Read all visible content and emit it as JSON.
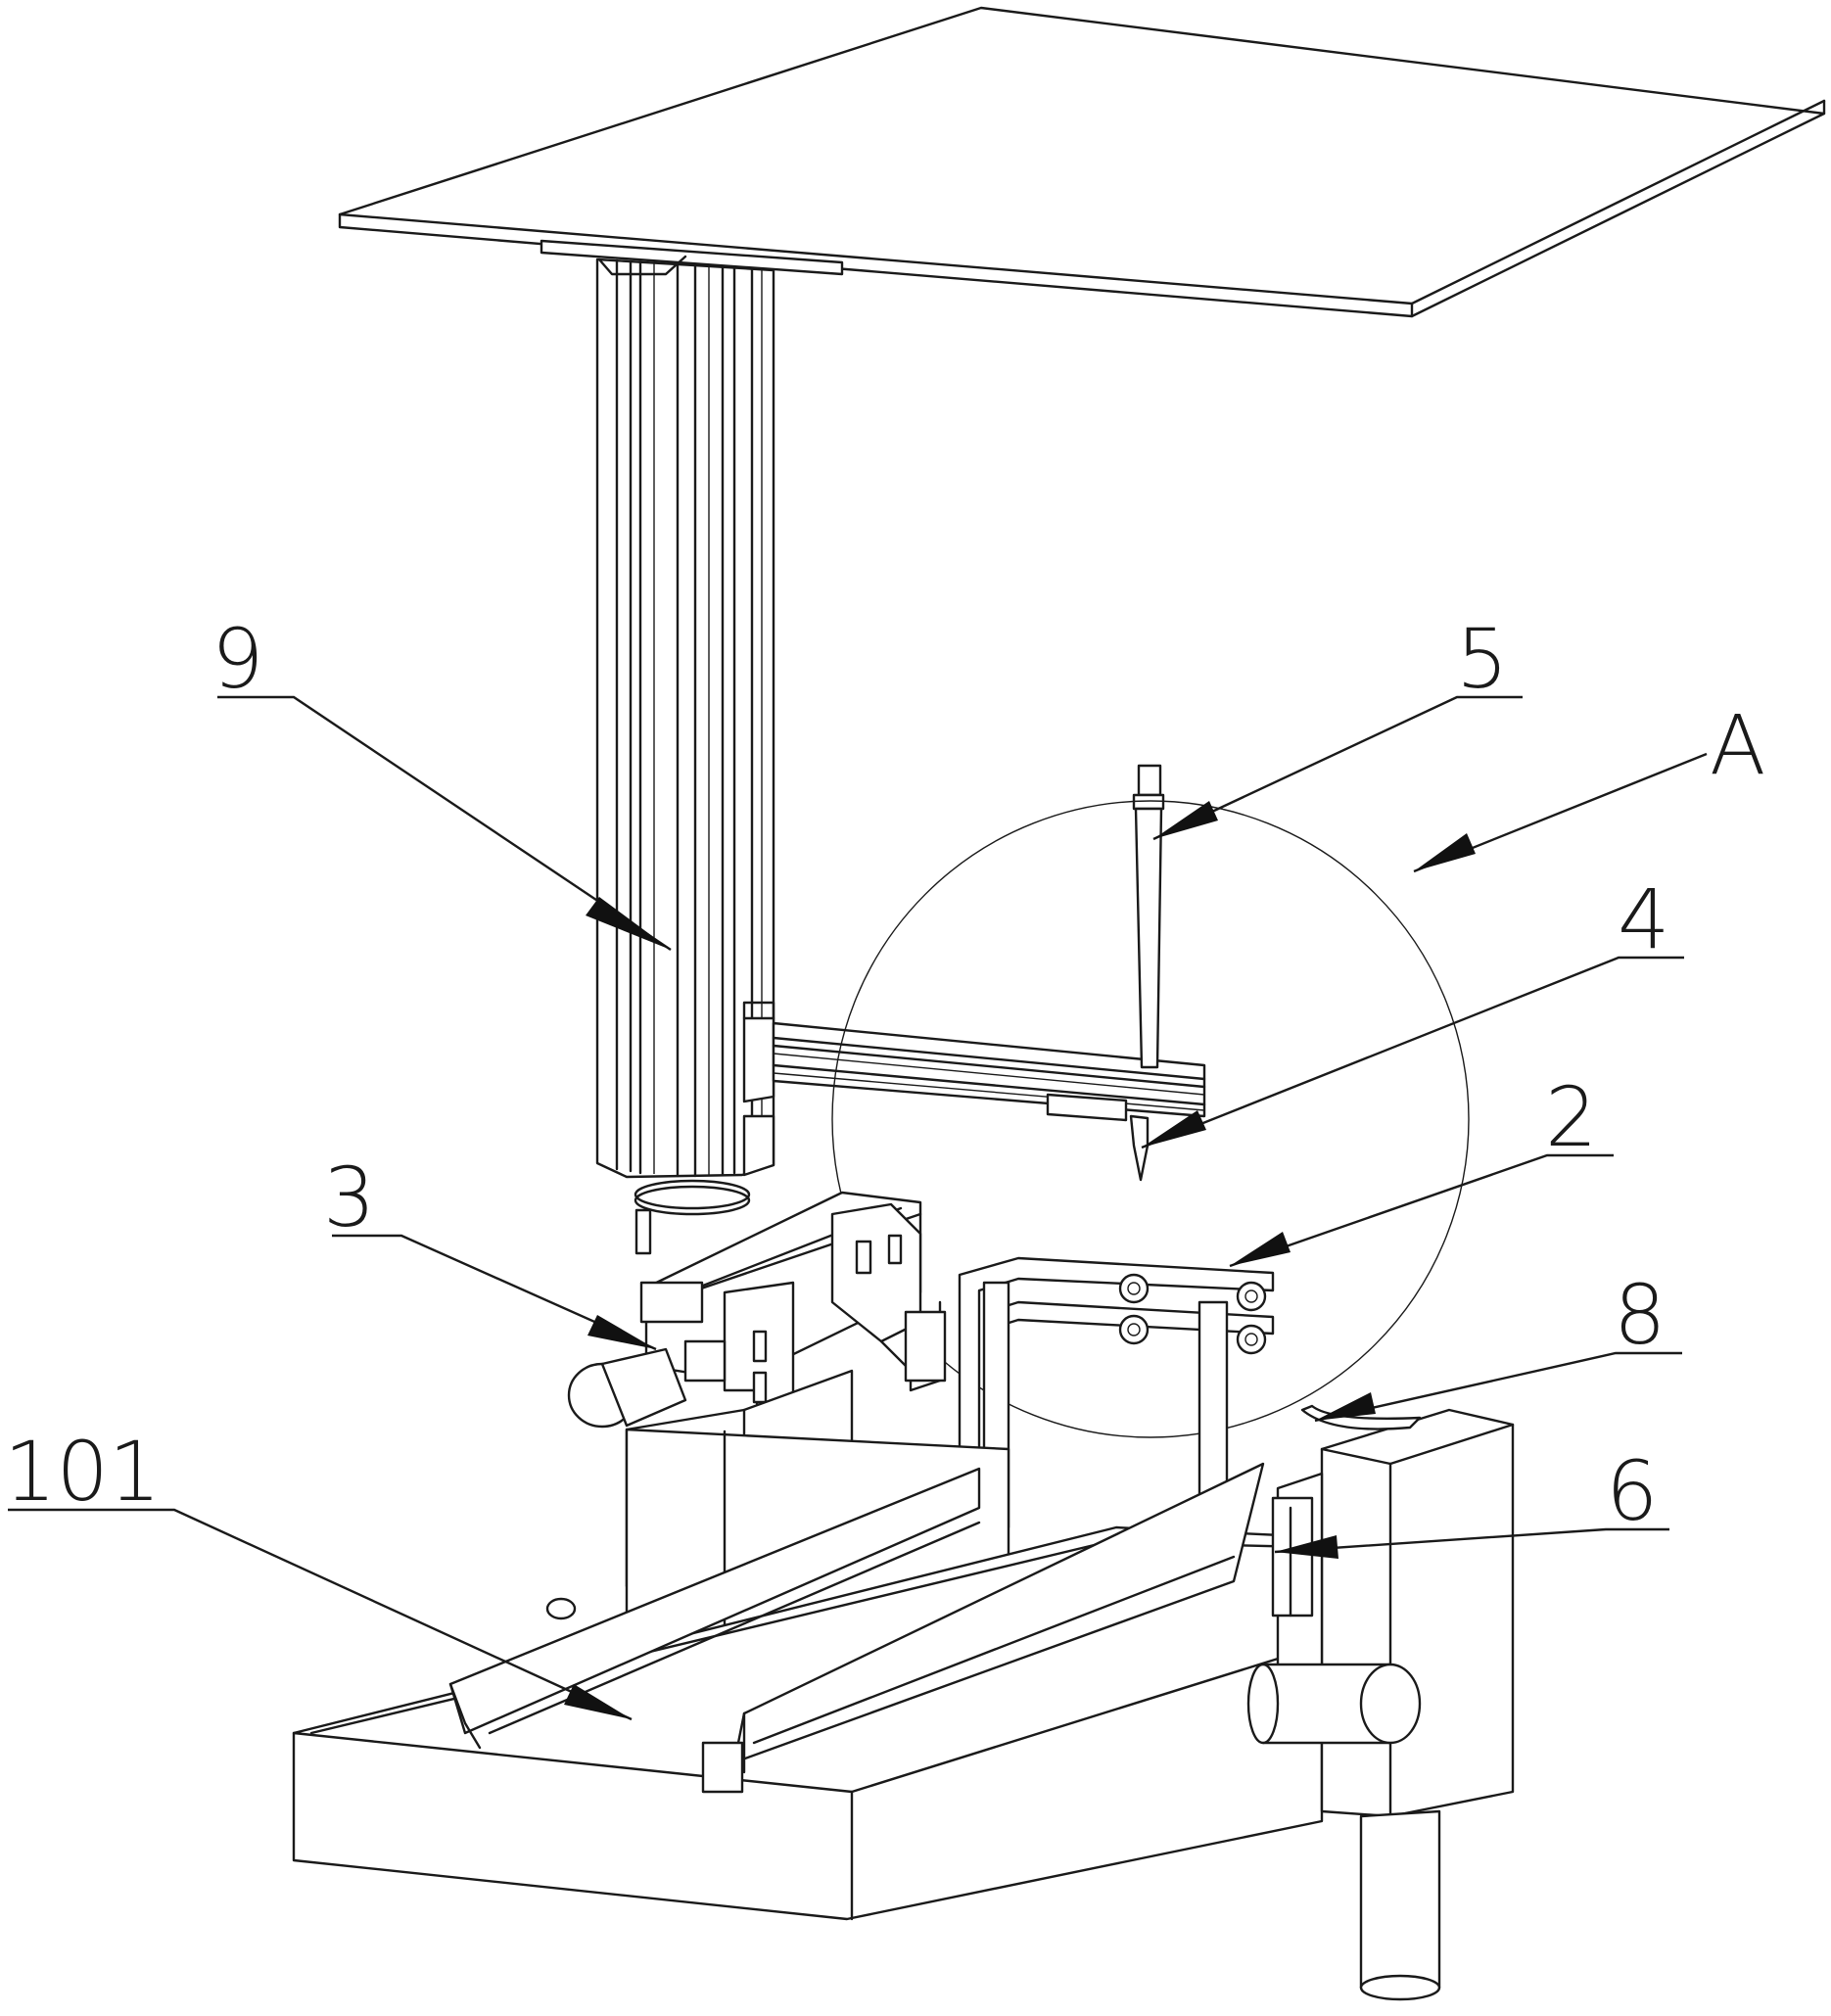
{
  "labels": {
    "l9": "9",
    "l5": "5",
    "lA": "A",
    "l4": "4",
    "l2": "2",
    "l3": "3",
    "l8": "8",
    "l101": "101",
    "l6": "6"
  },
  "colors": {
    "line": "#1a1a1a",
    "background": "#ffffff"
  }
}
